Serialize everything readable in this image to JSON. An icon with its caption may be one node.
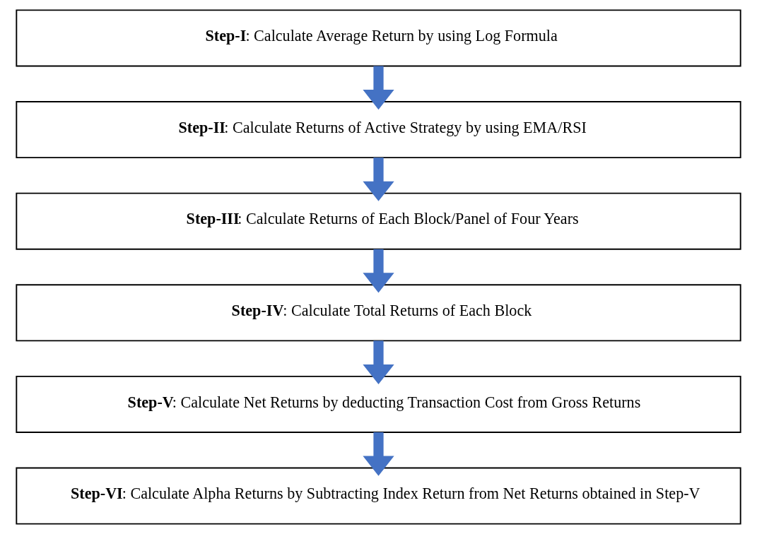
{
  "diagram": {
    "nodes": [
      {
        "text": [
          "**Step-I**: Calculate Average Return by using Log Formula"
        ]
      },
      {
        "text": [
          "**Step-II**: Calculate Returns of Active Strategy by using EMA/RSI"
        ]
      },
      {
        "text": [
          "**Step-III**: Calculate Returns of Each Block/Panel of Four Years"
        ]
      },
      {
        "text": [
          "**Step-IV**: Calculate Total Returns of Each Block"
        ]
      },
      {
        "text": [
          "**Step-V**: Calculate Net Returns by deducting Transaction Cost from Gross Returns"
        ]
      },
      {
        "text": [
          "**Step-VI**: Calculate Alpha Returns by Subtracting Index Return from Net Returns obtained in Step-V"
        ]
      }
    ],
    "edges": [
      {
        "from": 0,
        "to": 1,
        "arrow": "to"
      },
      {
        "from": 1,
        "to": 2,
        "arrow": "to"
      },
      {
        "from": 2,
        "to": 3,
        "arrow": "to"
      },
      {
        "from": 3,
        "to": 4,
        "arrow": "to"
      },
      {
        "from": 4,
        "to": 5,
        "arrow": "to"
      }
    ]
  }
}
